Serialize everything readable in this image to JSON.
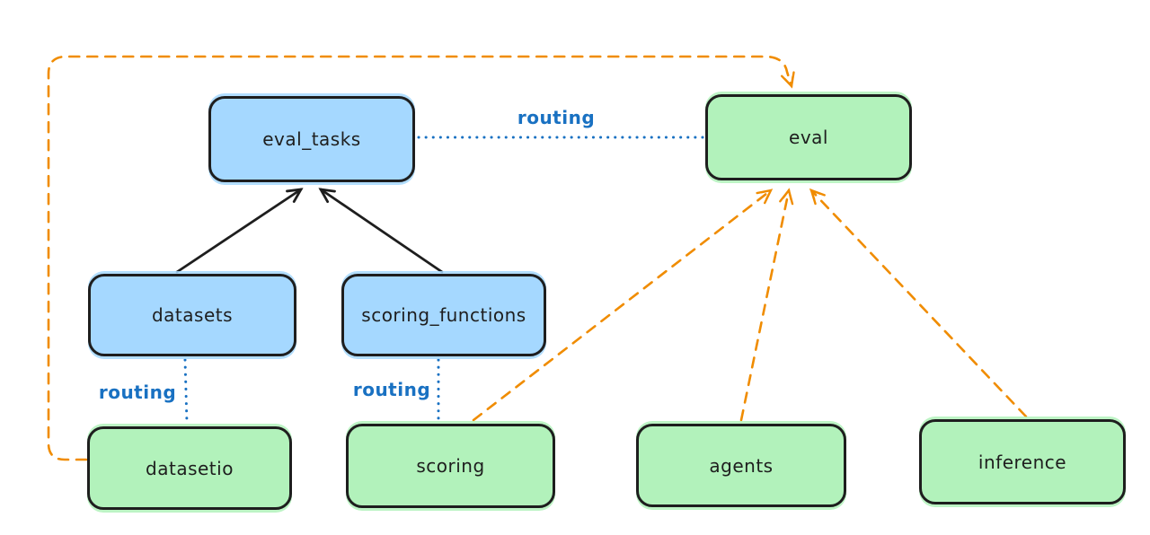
{
  "diagram": {
    "type": "flowchart",
    "background": "#ffffff",
    "colors": {
      "blue_node_fill": "#a5d8ff",
      "green_node_fill": "#b2f2bb",
      "node_border": "#1e1e1e",
      "node_text": "#1e1e1e",
      "routing_blue": "#1971c2",
      "arrow_orange": "#f08c00",
      "arrow_black": "#1e1e1e"
    },
    "nodes": {
      "eval_tasks": {
        "label": "eval_tasks",
        "fill": "#a5d8ff"
      },
      "eval": {
        "label": "eval",
        "fill": "#b2f2bb"
      },
      "datasets": {
        "label": "datasets",
        "fill": "#a5d8ff"
      },
      "scoring_functions": {
        "label": "scoring_functions",
        "fill": "#a5d8ff"
      },
      "datasetio": {
        "label": "datasetio",
        "fill": "#b2f2bb"
      },
      "scoring": {
        "label": "scoring",
        "fill": "#b2f2bb"
      },
      "agents": {
        "label": "agents",
        "fill": "#b2f2bb"
      },
      "inference": {
        "label": "inference",
        "fill": "#b2f2bb"
      }
    },
    "edges": [
      {
        "from": "datasets",
        "to": "eval_tasks",
        "style": "solid-black-arrow",
        "label": ""
      },
      {
        "from": "scoring_functions",
        "to": "eval_tasks",
        "style": "solid-black-arrow",
        "label": ""
      },
      {
        "from": "eval_tasks",
        "to": "eval",
        "style": "dotted-blue",
        "label": "routing"
      },
      {
        "from": "datasets",
        "to": "datasetio",
        "style": "dotted-blue",
        "label": "routing"
      },
      {
        "from": "scoring_functions",
        "to": "scoring",
        "style": "dotted-blue",
        "label": "routing"
      },
      {
        "from": "datasetio",
        "to": "eval",
        "style": "dashed-orange-arrow",
        "label": ""
      },
      {
        "from": "scoring",
        "to": "eval",
        "style": "dashed-orange-arrow",
        "label": ""
      },
      {
        "from": "agents",
        "to": "eval",
        "style": "dashed-orange-arrow",
        "label": ""
      },
      {
        "from": "inference",
        "to": "eval",
        "style": "dashed-orange-arrow",
        "label": ""
      }
    ]
  }
}
